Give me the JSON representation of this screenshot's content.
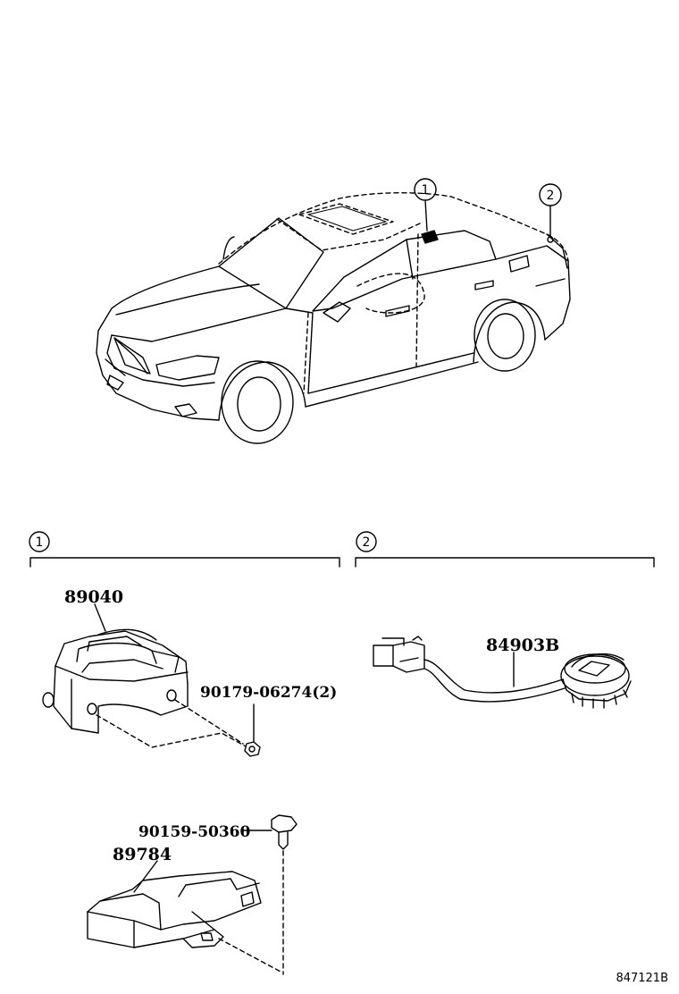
{
  "callouts": [
    "1",
    "2"
  ],
  "sections": [
    {
      "number": "1",
      "parts": [
        "89040",
        "90179-06274(2)",
        "90159-50360",
        "89784"
      ]
    },
    {
      "number": "2",
      "parts": [
        "84903B"
      ]
    }
  ],
  "parts": {
    "p89040": "89040",
    "p90179": "90179-06274(2)",
    "p90159": "90159-50360",
    "p89784": "89784",
    "p84903b": "84903B"
  },
  "catalog_code": "847121B",
  "icons": [
    "car-illustration",
    "sensor-module-icon",
    "nut-icon",
    "bolt-icon",
    "bracket-module-icon",
    "wire-harness-icon"
  ]
}
